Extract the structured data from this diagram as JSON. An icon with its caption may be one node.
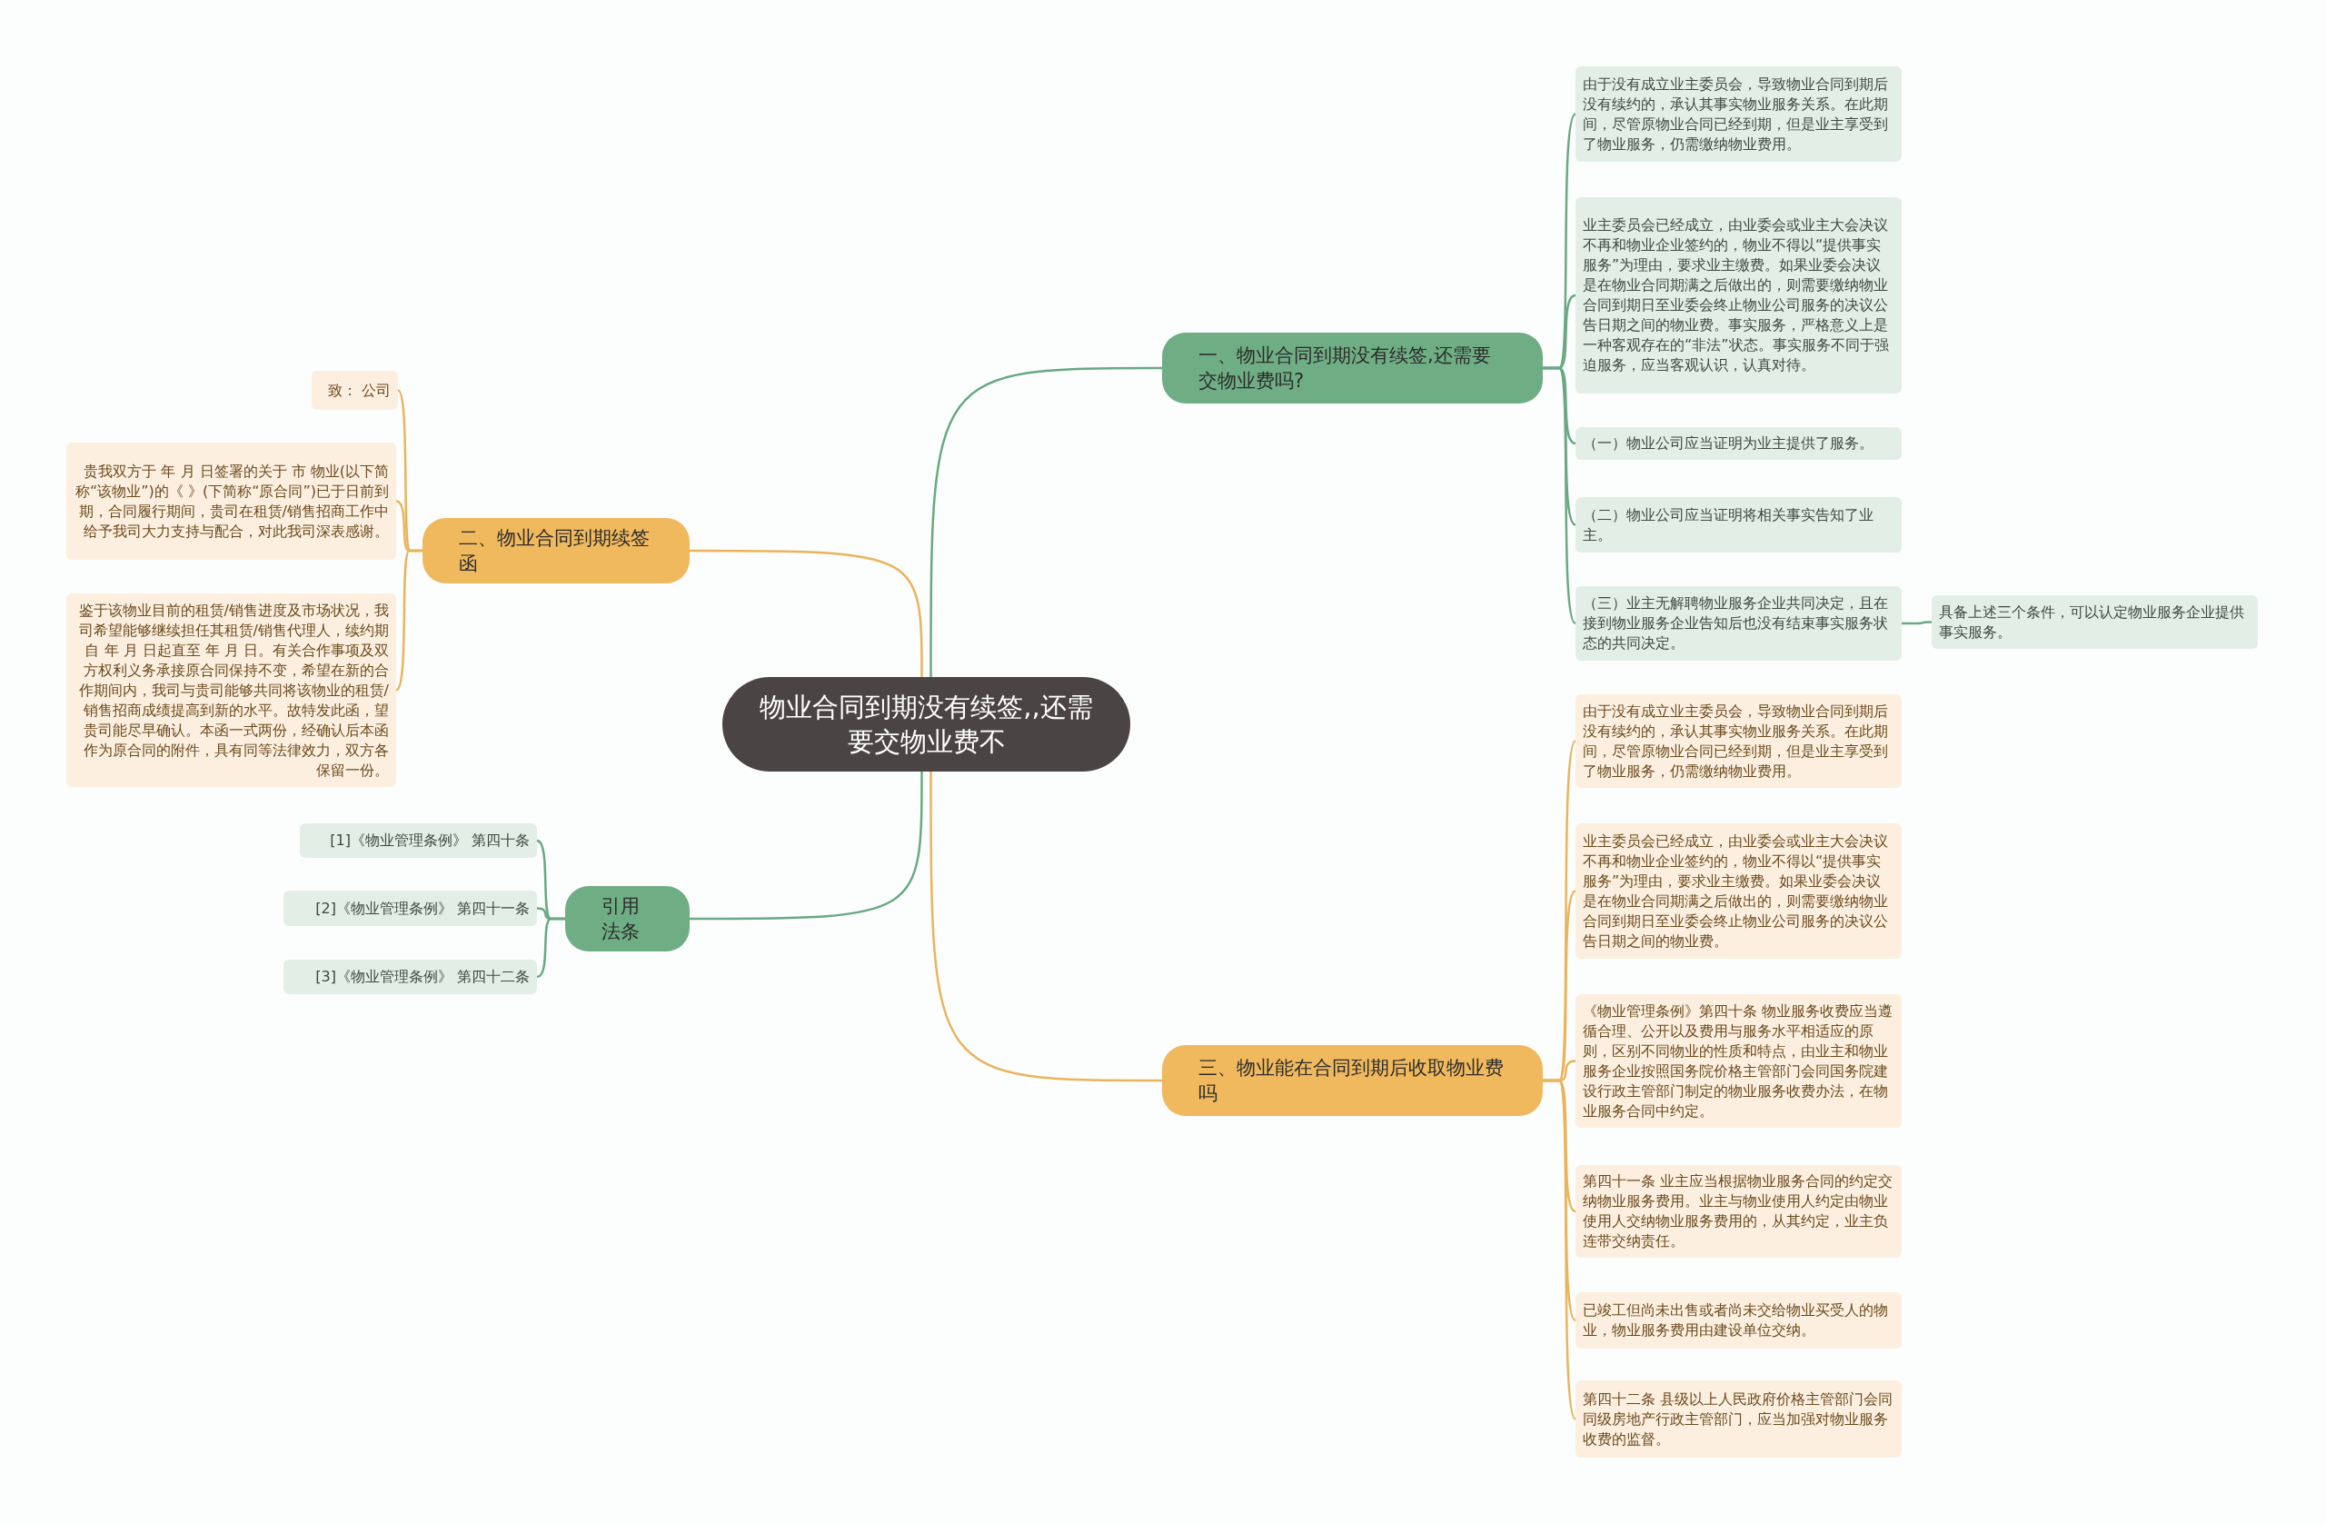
{
  "diagram": {
    "nodes": [
      {
        "text": [
          "物业合同到期没有续签,,还需要交物业费不"
        ]
      },
      {
        "text": [
          "一、物业合同到期没有续签,还需要交物业费吗?"
        ]
      },
      {
        "text": [
          "由于没有成立业主委员会，导致物业合同到期后没有续约的，承认其事实物业服务关系。在此期间，尽管原物业合同已经到期，但是业主享受到了物业服务，仍需缴纳物业费用。"
        ]
      },
      {
        "text": [
          "业主委员会已经成立，由业委会或业主大会决议不再和物业企业签约的，物业不得以“提供事实服务”为理由，要求业主缴费。如果业委会决议是在物业合同期满之后做出的，则需要缴纳物业合同到期日至业委会终止物业公司服务的决议公告日期之间的物业费。事实服务，严格意义上是一种客观存在的“非法”状态。事实服务不同于强迫服务，应当客观认识，认真对待。"
        ]
      },
      {
        "text": [
          "（一）物业公司应当证明为业主提供了服务。"
        ]
      },
      {
        "text": [
          "（二）物业公司应当证明将相关事实告知了业主。"
        ]
      },
      {
        "text": [
          "（三）业主无解聘物业服务企业共同决定，且在接到物业服务企业告知后也没有结束事实服务状态的共同决定。"
        ]
      },
      {
        "text": [
          "具备上述三个条件，可以认定物业服务企业提供事实服务。"
        ]
      },
      {
        "text": [
          "二、物业合同到期续签函"
        ]
      },
      {
        "text": [
          "致：  公司"
        ]
      },
      {
        "text": [
          "贵我双方于  年  月  日签署的关于   市  物业(以下简称“该物业”)的《  》(下简称“原合同”)已于日前到期，合同履行期间，贵司在租赁/销售招商工作中给予我司大力支持与配合，对此我司深表感谢。"
        ]
      },
      {
        "text": [
          "鉴于该物业目前的租赁/销售进度及市场状况，我司希望能够继续担任其租赁/销售代理人，续约期自  年  月  日起直至  年  月  日。有关合作事项及双方权利义务承接原合同保持不变，希望在新的合作期间内，我司与贵司能够共同将该物业的租赁/销售招商成绩提高到新的水平。故特发此函，望贵司能尽早确认。本函一式两份，经确认后本函作为原合同的附件，具有同等法律效力，双方各保留一份。"
        ]
      },
      {
        "text": [
          "三、物业能在合同到期后收取物业费吗"
        ]
      },
      {
        "text": [
          "由于没有成立业主委员会，导致物业合同到期后没有续约的，承认其事实物业服务关系。在此期间，尽管原物业合同已经到期，但是业主享受到了物业服务，仍需缴纳物业费用。"
        ]
      },
      {
        "text": [
          "业主委员会已经成立，由业委会或业主大会决议不再和物业企业签约的，物业不得以“提供事实服务”为理由，要求业主缴费。如果业委会决议是在物业合同期满之后做出的，则需要缴纳物业合同到期日至业委会终止物业公司服务的决议公告日期之间的物业费。"
        ]
      },
      {
        "text": [
          "《物业管理条例》第四十条 物业服务收费应当遵循合理、公开以及费用与服务水平相适应的原则，区别不同物业的性质和特点，由业主和物业服务企业按照国务院价格主管部门会同国务院建设行政主管部门制定的物业服务收费办法，在物业服务合同中约定。"
        ]
      },
      {
        "text": [
          "第四十一条 业主应当根据物业服务合同的约定交纳物业服务费用。业主与物业使用人约定由物业使用人交纳物业服务费用的，从其约定，业主负连带交纳责任。"
        ]
      },
      {
        "text": [
          "已竣工但尚未出售或者尚未交给物业买受人的物业，物业服务费用由建设单位交纳。"
        ]
      },
      {
        "text": [
          "第四十二条 县级以上人民政府价格主管部门会同同级房地产行政主管部门，应当加强对物业服务收费的监督。"
        ]
      },
      {
        "text": [
          "引用法条"
        ]
      },
      {
        "text": [
          "[1]《物业管理条例》 第四十条"
        ]
      },
      {
        "text": [
          "[2]《物业管理条例》 第四十一条"
        ]
      },
      {
        "text": [
          "[3]《物业管理条例》 第四十二条"
        ]
      }
    ],
    "edges": [
      {
        "from": 0,
        "to": 1,
        "arrow": "none",
        "color": "#6aa882"
      },
      {
        "from": 1,
        "to": 2,
        "arrow": "none",
        "color": "#6aa882"
      },
      {
        "from": 1,
        "to": 3,
        "arrow": "none",
        "color": "#6aa882"
      },
      {
        "from": 1,
        "to": 4,
        "arrow": "none",
        "color": "#6aa882"
      },
      {
        "from": 1,
        "to": 5,
        "arrow": "none",
        "color": "#6aa882"
      },
      {
        "from": 1,
        "to": 6,
        "arrow": "none",
        "color": "#6aa882"
      },
      {
        "from": 6,
        "to": 7,
        "arrow": "none",
        "color": "#6aa882"
      },
      {
        "from": 0,
        "to": 8,
        "arrow": "none",
        "color": "#e9b45c"
      },
      {
        "from": 8,
        "to": 9,
        "arrow": "none",
        "color": "#e9b45c"
      },
      {
        "from": 8,
        "to": 10,
        "arrow": "none",
        "color": "#e9b45c"
      },
      {
        "from": 8,
        "to": 11,
        "arrow": "none",
        "color": "#e9b45c"
      },
      {
        "from": 0,
        "to": 12,
        "arrow": "none",
        "color": "#e9b45c"
      },
      {
        "from": 12,
        "to": 13,
        "arrow": "none",
        "color": "#e9b45c"
      },
      {
        "from": 12,
        "to": 14,
        "arrow": "none",
        "color": "#e9b45c"
      },
      {
        "from": 12,
        "to": 15,
        "arrow": "none",
        "color": "#e9b45c"
      },
      {
        "from": 12,
        "to": 16,
        "arrow": "none",
        "color": "#e9b45c"
      },
      {
        "from": 12,
        "to": 17,
        "arrow": "none",
        "color": "#e9b45c"
      },
      {
        "from": 12,
        "to": 18,
        "arrow": "none",
        "color": "#e9b45c"
      },
      {
        "from": 0,
        "to": 19,
        "arrow": "none",
        "color": "#6aa882"
      },
      {
        "from": 19,
        "to": 20,
        "arrow": "none",
        "color": "#6aa882"
      },
      {
        "from": 19,
        "to": 21,
        "arrow": "none",
        "color": "#6aa882"
      },
      {
        "from": 19,
        "to": 22,
        "arrow": "none",
        "color": "#6aa882"
      }
    ]
  }
}
